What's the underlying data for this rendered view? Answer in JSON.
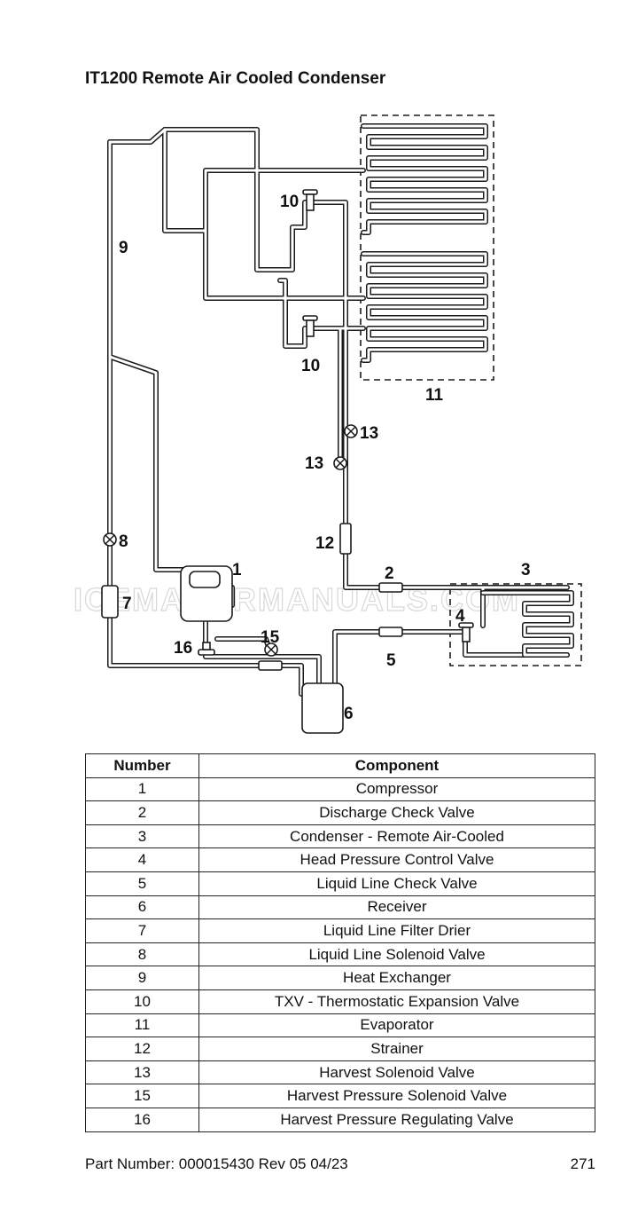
{
  "title": "IT1200 Remote Air Cooled Condenser",
  "watermark": "ICEMAKERMANUALS.COM",
  "diagram_labels": {
    "l1": "1",
    "l2": "2",
    "l3": "3",
    "l4": "4",
    "l5": "5",
    "l6": "6",
    "l7": "7",
    "l8": "8",
    "l9": "9",
    "l10a": "10",
    "l10b": "10",
    "l11": "11",
    "l12": "12",
    "l13a": "13",
    "l13b": "13",
    "l15": "15",
    "l16": "16"
  },
  "legend": {
    "headers": {
      "number": "Number",
      "component": "Component"
    },
    "rows": [
      {
        "number": "1",
        "component": "Compressor"
      },
      {
        "number": "2",
        "component": "Discharge Check Valve"
      },
      {
        "number": "3",
        "component": "Condenser - Remote Air-Cooled"
      },
      {
        "number": "4",
        "component": "Head Pressure Control Valve"
      },
      {
        "number": "5",
        "component": "Liquid Line Check Valve"
      },
      {
        "number": "6",
        "component": "Receiver"
      },
      {
        "number": "7",
        "component": "Liquid Line Filter Drier"
      },
      {
        "number": "8",
        "component": "Liquid Line Solenoid Valve"
      },
      {
        "number": "9",
        "component": "Heat Exchanger"
      },
      {
        "number": "10",
        "component": "TXV - Thermostatic Expansion Valve"
      },
      {
        "number": "11",
        "component": "Evaporator"
      },
      {
        "number": "12",
        "component": "Strainer"
      },
      {
        "number": "13",
        "component": "Harvest Solenoid Valve"
      },
      {
        "number": "15",
        "component": "Harvest Pressure Solenoid Valve"
      },
      {
        "number": "16",
        "component": "Harvest Pressure Regulating Valve"
      }
    ]
  },
  "footer": {
    "part_number": "Part Number: 000015430 Rev 05 04/23",
    "page": "271"
  }
}
